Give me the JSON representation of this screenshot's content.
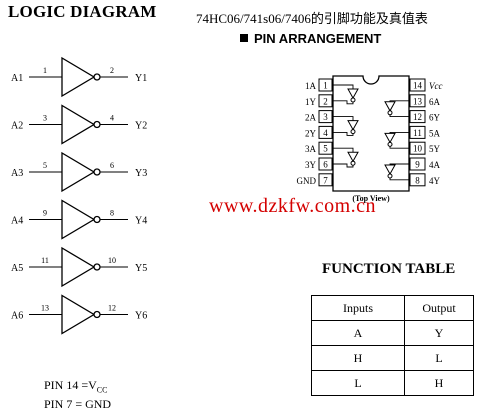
{
  "logic_title": "LOGIC DIAGRAM",
  "chip_title": "74HC06/741s06/7406的引脚功能及真值表",
  "pin_arrangement_title": "PIN ARRANGEMENT",
  "watermark": "www.dzkfw.com.cn",
  "gates": [
    {
      "in_label": "A1",
      "in_pin": "1",
      "out_pin": "2",
      "out_label": "Y1"
    },
    {
      "in_label": "A2",
      "in_pin": "3",
      "out_pin": "4",
      "out_label": "Y2"
    },
    {
      "in_label": "A3",
      "in_pin": "5",
      "out_pin": "6",
      "out_label": "Y3"
    },
    {
      "in_label": "A4",
      "in_pin": "9",
      "out_pin": "8",
      "out_label": "Y4"
    },
    {
      "in_label": "A5",
      "in_pin": "11",
      "out_pin": "10",
      "out_label": "Y5"
    },
    {
      "in_label": "A6",
      "in_pin": "13",
      "out_pin": "12",
      "out_label": "Y6"
    }
  ],
  "pin_note": {
    "line1_prefix": "PIN 14 =V",
    "line1_sub": "CC",
    "line2": "PIN 7 = GND"
  },
  "package": {
    "left_pins": [
      {
        "label": "1A",
        "num": "1"
      },
      {
        "label": "1Y",
        "num": "2"
      },
      {
        "label": "2A",
        "num": "3"
      },
      {
        "label": "2Y",
        "num": "4"
      },
      {
        "label": "3A",
        "num": "5"
      },
      {
        "label": "3Y",
        "num": "6"
      },
      {
        "label": "GND",
        "num": "7"
      }
    ],
    "right_pins": [
      {
        "label": "Vcc",
        "num": "14"
      },
      {
        "label": "6A",
        "num": "13"
      },
      {
        "label": "6Y",
        "num": "12"
      },
      {
        "label": "5A",
        "num": "11"
      },
      {
        "label": "5Y",
        "num": "10"
      },
      {
        "label": "4A",
        "num": "9"
      },
      {
        "label": "4Y",
        "num": "8"
      }
    ],
    "caption": "(Top View)"
  },
  "function_table": {
    "title": "FUNCTION TABLE",
    "headers": [
      "Inputs",
      "Output"
    ],
    "rows": [
      [
        "A",
        "Y"
      ],
      [
        "H",
        "L"
      ],
      [
        "L",
        "H"
      ]
    ]
  }
}
